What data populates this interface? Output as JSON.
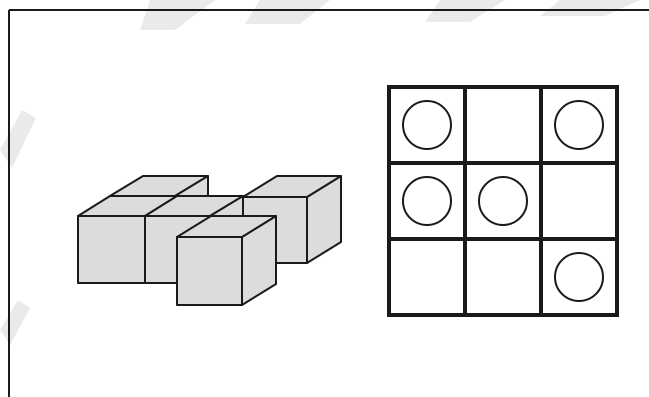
{
  "colors": {
    "background": "#ffffff",
    "stroke": "#1a1a1a",
    "cube_fill": "#dcdcdc",
    "watermark": "#d9d9d9"
  },
  "cube_figure": {
    "cube_count": 5
  },
  "grid": {
    "rows": 3,
    "cols": 3,
    "cells": [
      [
        true,
        false,
        true
      ],
      [
        true,
        true,
        false
      ],
      [
        false,
        false,
        true
      ]
    ]
  }
}
